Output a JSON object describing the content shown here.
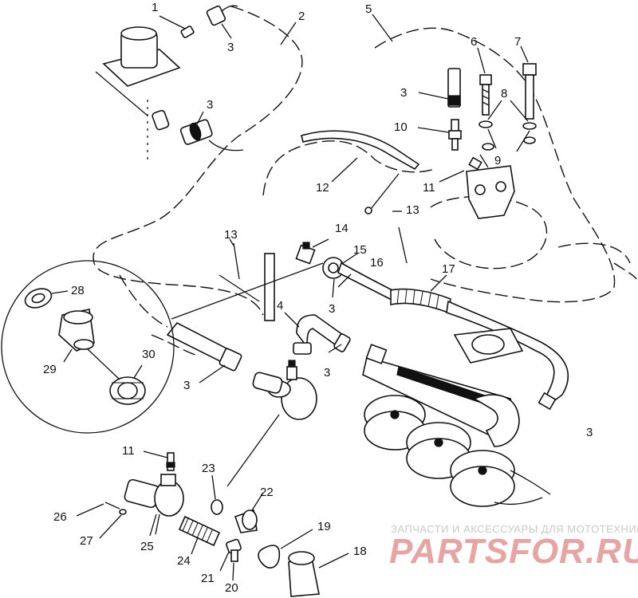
{
  "callouts": {
    "c1": "1",
    "c2": "2",
    "c3a": "3",
    "c3b": "3",
    "c3c": "3",
    "c3d": "3",
    "c3e": "3",
    "c3f": "3",
    "c3g": "3",
    "c4": "4",
    "c5": "5",
    "c6": "6",
    "c7": "7",
    "c8": "8",
    "c9": "9",
    "c10": "10",
    "c11a": "11",
    "c11b": "11",
    "c12": "12",
    "c13a": "13",
    "c13b": "13",
    "c14": "14",
    "c15": "15",
    "c16": "16",
    "c17": "17",
    "c18": "18",
    "c19": "19",
    "c20": "20",
    "c21": "21",
    "c22": "22",
    "c23": "23",
    "c24": "24",
    "c25": "25",
    "c26": "26",
    "c27": "27",
    "c28": "28",
    "c29": "29",
    "c30": "30"
  },
  "watermark": {
    "tagline": "ЗАПЧАСТИ И АКСЕССУАРЫ ДЛЯ МОТОТЕХНИКИ",
    "brand": "PARTSFOR.RU",
    "color": "#e8a3a3"
  }
}
